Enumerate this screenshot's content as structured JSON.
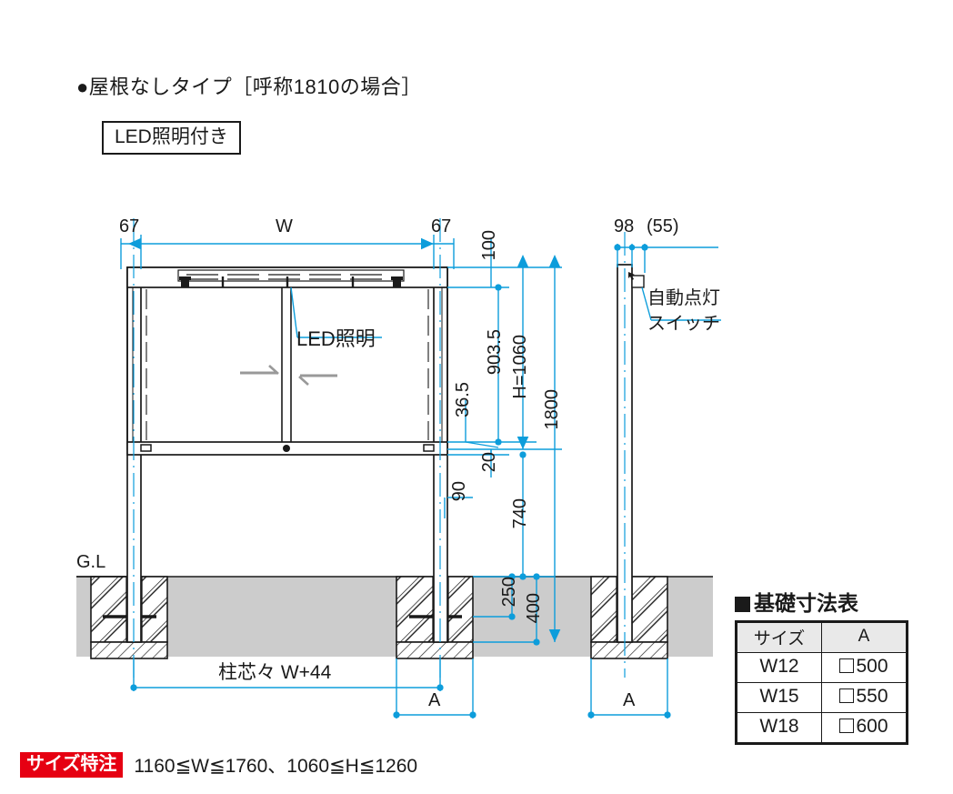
{
  "header": {
    "title": "●屋根なしタイプ［呼称1810の場合］",
    "badge": "LED照明付き"
  },
  "drawing": {
    "top_dims": {
      "left_67": "67",
      "width_w": "W",
      "right_67": "67",
      "post_98": "98",
      "post_55": "(55)"
    },
    "vertical_dims": {
      "d100": "100",
      "d903_5": "903.5",
      "d36_5": "36.5",
      "h1060": "H=1060",
      "d20": "20",
      "d90": "90",
      "d1800": "1800",
      "d740": "740",
      "d250": "250",
      "d400": "400"
    },
    "bottom_dims": {
      "center_to_center": "柱芯々 W+44",
      "a_left": "A",
      "a_right": "A"
    },
    "callouts": {
      "led": "LED照明",
      "switch_line1": "自動点灯",
      "switch_line2": "スイッチ"
    },
    "ground_level": "G.L"
  },
  "table": {
    "title": "基礎寸法表",
    "columns": [
      "サイズ",
      "A"
    ],
    "rows": [
      {
        "size": "W12",
        "a": "500"
      },
      {
        "size": "W15",
        "a": "550"
      },
      {
        "size": "W18",
        "a": "600"
      }
    ]
  },
  "footer": {
    "badge": "サイズ特注",
    "text": "1160≦W≦1760、1060≦H≦1260"
  },
  "colors": {
    "dimension_line": "#0d9ddb",
    "accent_red": "#e60012",
    "ground_fill": "#cccccc",
    "line": "#1a1a1a",
    "arrow_gray": "#999999",
    "table_header": "#e9e9e9"
  }
}
